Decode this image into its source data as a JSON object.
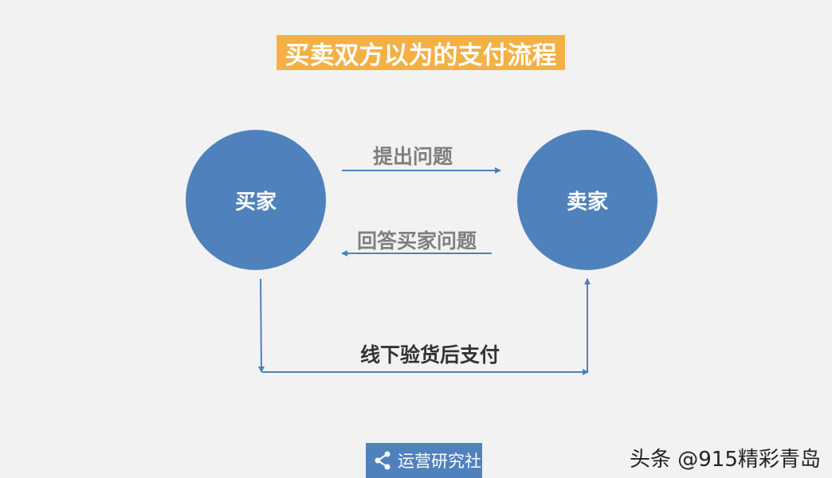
{
  "title": "买卖双方以为的支付流程",
  "nodes": {
    "buyer": "买家",
    "seller": "卖家"
  },
  "edges": {
    "ask": "提出问题",
    "answer": "回答买家问题",
    "offline": "线下验货后支付"
  },
  "brand": {
    "icon": "share-icon",
    "label": "运营研究社"
  },
  "watermark": "头条 @915精彩青岛",
  "colors": {
    "node_fill": "#4f81bd",
    "title_bg": "#f4b043",
    "arrow": "#4f81bd",
    "background": "#f2f2f2"
  }
}
